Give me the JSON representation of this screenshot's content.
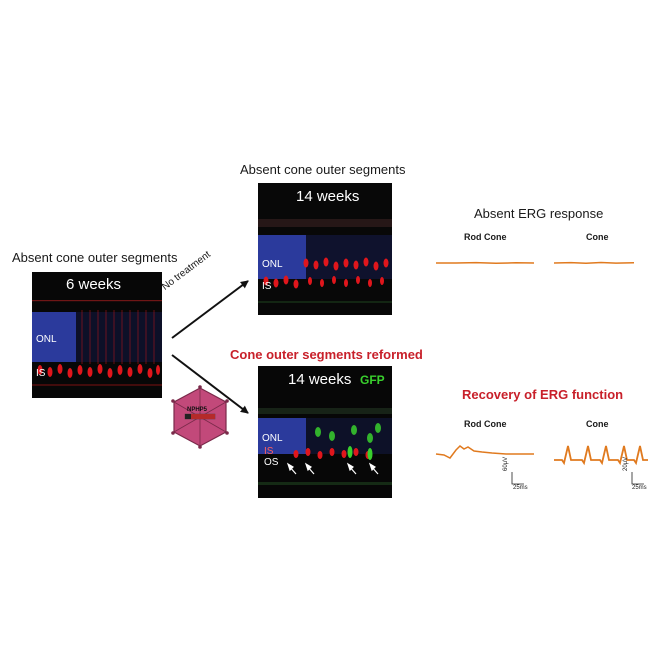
{
  "left": {
    "heading": "Absent cone outer segments",
    "week": "6 weeks",
    "onl": "ONL",
    "is": "IS"
  },
  "top_panel": {
    "heading": "Absent cone outer segments",
    "week": "14 weeks",
    "onl": "ONL",
    "is": "IS"
  },
  "bottom_panel": {
    "heading": "Cone outer segments reformed",
    "week": "14 weeks",
    "gfp": "GFP",
    "onl": "ONL",
    "is": "IS",
    "os": "OS"
  },
  "arrows": {
    "no_treatment": "No treatment"
  },
  "vector": {
    "label": "NPHP5"
  },
  "erg_top": {
    "heading": "Absent ERG response",
    "rod_cone": "Rod Cone",
    "cone": "Cone"
  },
  "erg_bottom": {
    "heading": "Recovery of ERG function",
    "rod_cone": "Rod Cone",
    "cone": "Cone",
    "scale1_v": "60μV",
    "scale1_t": "25ms",
    "scale2_v": "20μV",
    "scale2_t": "25ms"
  },
  "colors": {
    "trace": "#e07a1f",
    "red_heading": "#c8202a",
    "vector_fill": "#c2497a",
    "dapi": "#2b3a9c",
    "cone_red": "#e0161c",
    "gfp_green": "#39d02d"
  }
}
